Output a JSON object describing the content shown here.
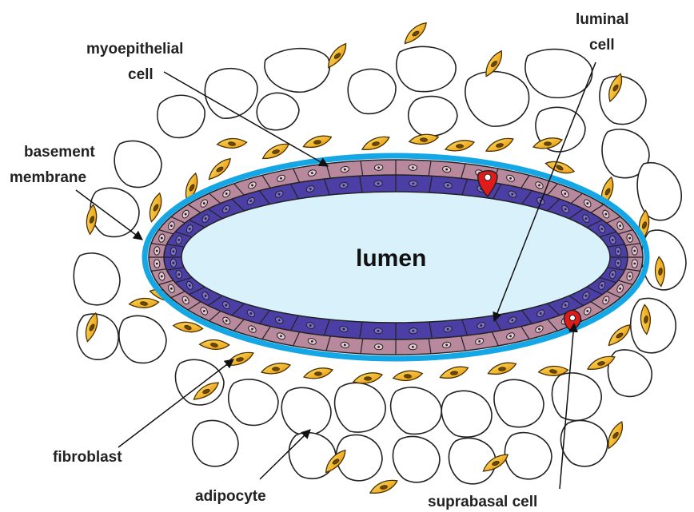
{
  "labels": {
    "myoepithelial_line1": "myoepithelial",
    "myoepithelial_line2": "cell",
    "luminal_line1": "luminal",
    "luminal_line2": "cell",
    "basement_line1": "basement",
    "basement_line2": "membrane",
    "lumen": "lumen",
    "fibroblast": "fibroblast",
    "adipocyte": "adipocyte",
    "suprabasal": "suprabasal cell"
  },
  "colors": {
    "basement_membrane": "#15a6e6",
    "myoepithelial_cell": "#b8889c",
    "luminal_cell": "#4b3fa6",
    "lumen_fill": "#d8f1fb",
    "suprabasal_cell": "#e01b1b",
    "fibroblast_light": "#ffd84a",
    "fibroblast_dark": "#e89400",
    "adipocyte_fill": "#ffffff",
    "outline": "#222222"
  },
  "counts": {
    "myoepithelial_cells": 44,
    "luminal_cells": 40
  }
}
